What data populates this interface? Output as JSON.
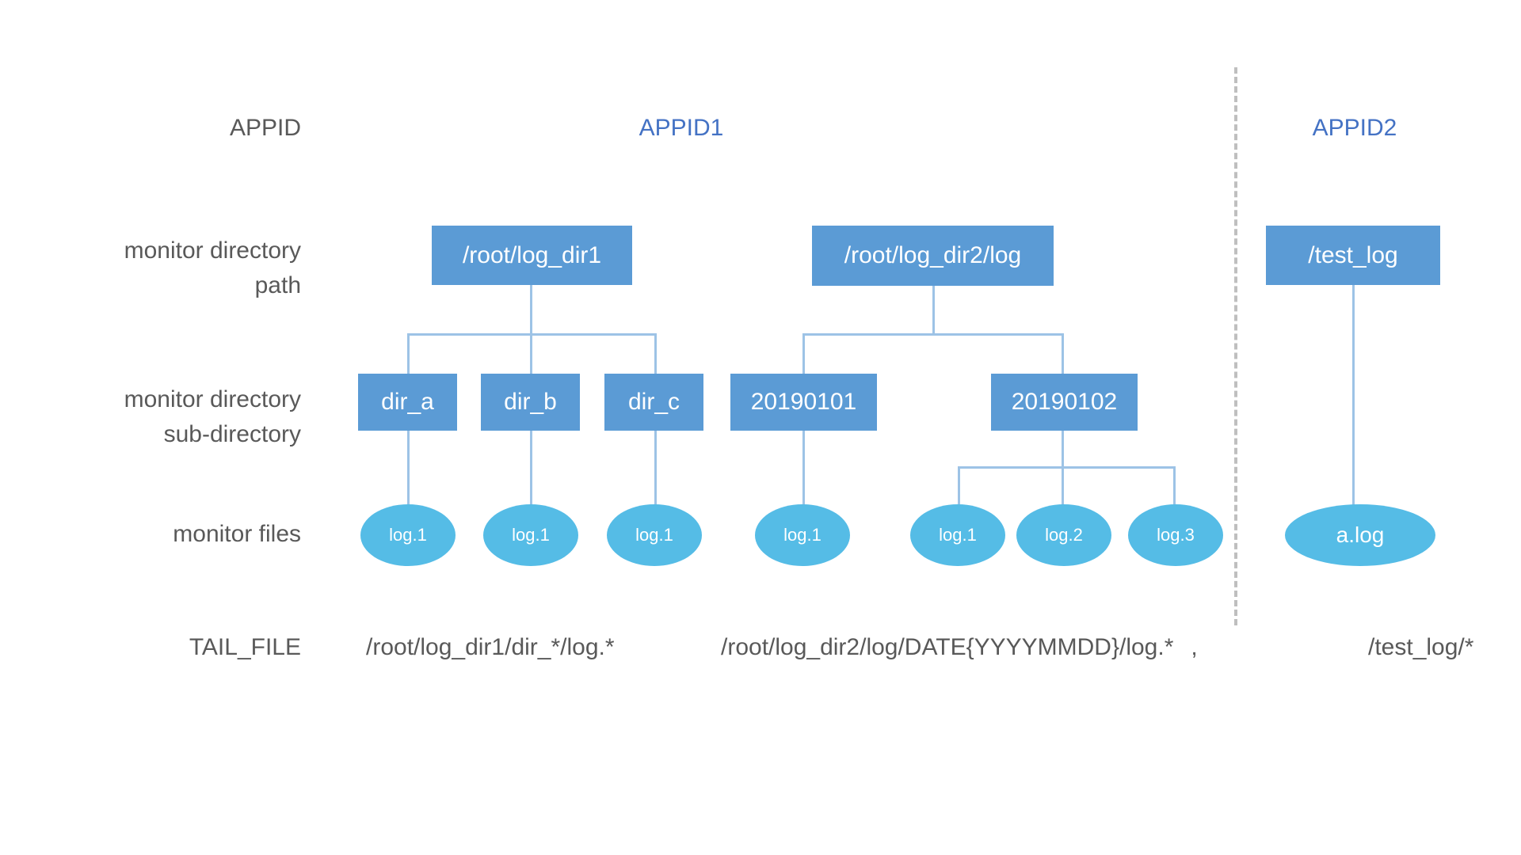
{
  "diagram": {
    "title_row_labels": {
      "appid": "APPID",
      "monitor_directory_path": "monitor directory\npath",
      "monitor_directory_subdirectory": "monitor directory\nsub-directory",
      "monitor_files": "monitor files",
      "tail_file": "TAIL_FILE"
    },
    "columns": [
      {
        "id": "appid1",
        "label": "APPID1"
      },
      {
        "id": "appid2",
        "label": "APPID2"
      }
    ],
    "colors": {
      "box_blue": "#5B9BD5",
      "ellipse_blue": "#55BCE6",
      "connector_blue": "#9DC3E6",
      "heading_blue": "#4472C4",
      "text_gray": "#595959",
      "divider_gray": "#BFBFBF"
    },
    "directories": [
      {
        "id": "log_dir1",
        "label": "/root/log_dir1",
        "column": "appid1"
      },
      {
        "id": "log_dir2_log",
        "label": "/root/log_dir2/log",
        "column": "appid1"
      },
      {
        "id": "test_log",
        "label": "/test_log",
        "column": "appid2"
      }
    ],
    "subdirectories": [
      {
        "id": "dir_a",
        "label": "dir_a",
        "parent": "log_dir1"
      },
      {
        "id": "dir_b",
        "label": "dir_b",
        "parent": "log_dir1"
      },
      {
        "id": "dir_c",
        "label": "dir_c",
        "parent": "log_dir1"
      },
      {
        "id": "d20190101",
        "label": "20190101",
        "parent": "log_dir2_log"
      },
      {
        "id": "d20190102",
        "label": "20190102",
        "parent": "log_dir2_log"
      }
    ],
    "files": [
      {
        "id": "f_a_log1",
        "label": "log.1",
        "parent": "dir_a"
      },
      {
        "id": "f_b_log1",
        "label": "log.1",
        "parent": "dir_b"
      },
      {
        "id": "f_c_log1",
        "label": "log.1",
        "parent": "dir_c"
      },
      {
        "id": "f_0101_log1",
        "label": "log.1",
        "parent": "d20190101"
      },
      {
        "id": "f_0102_log1",
        "label": "log.1",
        "parent": "d20190102"
      },
      {
        "id": "f_0102_log2",
        "label": "log.2",
        "parent": "d20190102"
      },
      {
        "id": "f_0102_log3",
        "label": "log.3",
        "parent": "d20190102"
      },
      {
        "id": "f_test_alog",
        "label": "a.log",
        "parent": "test_log"
      }
    ],
    "tail_file_expressions": {
      "appid1_dir1": "/root/log_dir1/dir_*/log.*",
      "appid1_dir2": "/root/log_dir2/log/DATE{YYYYMMDD}/log.*",
      "separator": ",",
      "appid2": "/test_log/*"
    }
  }
}
